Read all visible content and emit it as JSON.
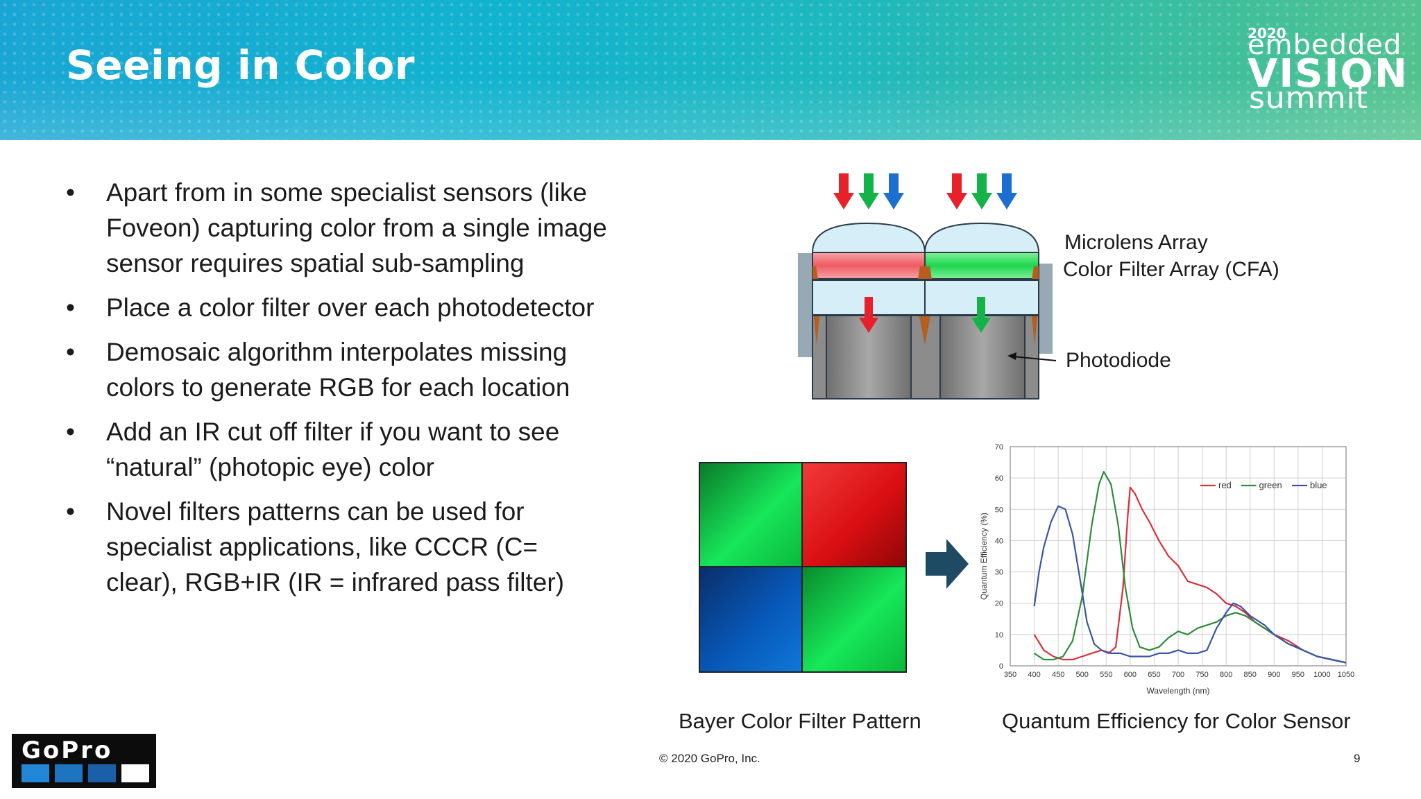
{
  "slide": {
    "title": "Seeing in Color",
    "logo": {
      "year": "2020",
      "line1": "embedded",
      "line2": "VISION",
      "line3": "summit"
    },
    "bullet_symbol": "•",
    "bullets": [
      "Apart from in some specialist sensors (like Foveon) capturing color from a single image sensor requires spatial sub-sampling",
      "Place a color filter over each photodetector",
      "Demosaic algorithm interpolates missing colors to generate RGB for each location",
      "Add an IR cut off filter if you want to see “natural” (photopic eye) color",
      "Novel filters patterns can be used for specialist applications, like CCCR (C= clear), RGB+IR (IR = infrared pass filter)"
    ]
  },
  "sensor_diagram": {
    "microlens_label": "Microlens Array",
    "cfa_label": "Color Filter Array (CFA)",
    "photodiode_label": "Photodiode",
    "colors": {
      "red": "#e8202a",
      "green": "#14b34a",
      "blue": "#1a6fd1"
    }
  },
  "bayer": {
    "caption": "Bayer Color Filter Pattern",
    "cells": [
      "green",
      "red",
      "blue",
      "green"
    ]
  },
  "qe_caption": "Quantum Efficiency for Color Sensor",
  "chart_data": {
    "type": "line",
    "title": "",
    "xlabel": "Wavelength (nm)",
    "ylabel": "Quantum Efficiency (%)",
    "xlim": [
      350,
      1050
    ],
    "ylim": [
      0,
      70
    ],
    "x_ticks": [
      350,
      400,
      450,
      500,
      550,
      600,
      650,
      700,
      750,
      800,
      850,
      900,
      950,
      1000,
      1050
    ],
    "y_ticks": [
      0,
      10,
      20,
      30,
      40,
      50,
      60,
      70
    ],
    "grid": true,
    "legend_position": "top-right",
    "series": [
      {
        "name": "red",
        "color": "#d9303a",
        "points": [
          [
            400,
            10
          ],
          [
            420,
            5
          ],
          [
            440,
            3
          ],
          [
            460,
            2
          ],
          [
            480,
            2
          ],
          [
            500,
            3
          ],
          [
            520,
            4
          ],
          [
            540,
            5
          ],
          [
            555,
            4
          ],
          [
            570,
            6
          ],
          [
            585,
            25
          ],
          [
            595,
            48
          ],
          [
            600,
            57
          ],
          [
            610,
            55
          ],
          [
            625,
            50
          ],
          [
            640,
            46
          ],
          [
            660,
            40
          ],
          [
            680,
            35
          ],
          [
            700,
            32
          ],
          [
            720,
            27
          ],
          [
            740,
            26
          ],
          [
            760,
            25
          ],
          [
            780,
            23
          ],
          [
            800,
            20
          ],
          [
            820,
            19
          ],
          [
            840,
            17
          ],
          [
            860,
            14
          ],
          [
            880,
            12
          ],
          [
            900,
            10
          ],
          [
            930,
            8
          ],
          [
            960,
            5
          ],
          [
            990,
            3
          ],
          [
            1020,
            2
          ],
          [
            1050,
            1
          ]
        ]
      },
      {
        "name": "green",
        "color": "#2e8b3a",
        "points": [
          [
            400,
            4
          ],
          [
            420,
            2
          ],
          [
            440,
            2
          ],
          [
            460,
            3
          ],
          [
            480,
            8
          ],
          [
            500,
            22
          ],
          [
            520,
            45
          ],
          [
            535,
            58
          ],
          [
            545,
            62
          ],
          [
            560,
            58
          ],
          [
            575,
            45
          ],
          [
            590,
            25
          ],
          [
            605,
            12
          ],
          [
            620,
            6
          ],
          [
            640,
            5
          ],
          [
            660,
            6
          ],
          [
            680,
            9
          ],
          [
            700,
            11
          ],
          [
            720,
            10
          ],
          [
            740,
            12
          ],
          [
            760,
            13
          ],
          [
            780,
            14
          ],
          [
            800,
            16
          ],
          [
            820,
            17
          ],
          [
            840,
            16
          ],
          [
            860,
            14
          ],
          [
            880,
            12
          ],
          [
            900,
            10
          ],
          [
            930,
            7
          ],
          [
            960,
            5
          ],
          [
            990,
            3
          ],
          [
            1020,
            2
          ],
          [
            1050,
            1
          ]
        ]
      },
      {
        "name": "blue",
        "color": "#3a55a4",
        "points": [
          [
            400,
            19
          ],
          [
            410,
            30
          ],
          [
            420,
            38
          ],
          [
            435,
            46
          ],
          [
            450,
            51
          ],
          [
            465,
            50
          ],
          [
            480,
            42
          ],
          [
            495,
            28
          ],
          [
            510,
            14
          ],
          [
            525,
            7
          ],
          [
            540,
            5
          ],
          [
            560,
            4
          ],
          [
            580,
            4
          ],
          [
            600,
            3
          ],
          [
            620,
            3
          ],
          [
            640,
            3
          ],
          [
            660,
            4
          ],
          [
            680,
            4
          ],
          [
            700,
            5
          ],
          [
            720,
            4
          ],
          [
            740,
            4
          ],
          [
            760,
            5
          ],
          [
            780,
            12
          ],
          [
            800,
            17
          ],
          [
            815,
            20
          ],
          [
            830,
            19
          ],
          [
            850,
            16
          ],
          [
            880,
            13
          ],
          [
            900,
            10
          ],
          [
            930,
            7
          ],
          [
            960,
            5
          ],
          [
            990,
            3
          ],
          [
            1020,
            2
          ],
          [
            1050,
            1
          ]
        ]
      }
    ]
  },
  "footer": {
    "brand": "GoPro",
    "copyright": "© 2020 GoPro, Inc.",
    "page_number": "9"
  }
}
